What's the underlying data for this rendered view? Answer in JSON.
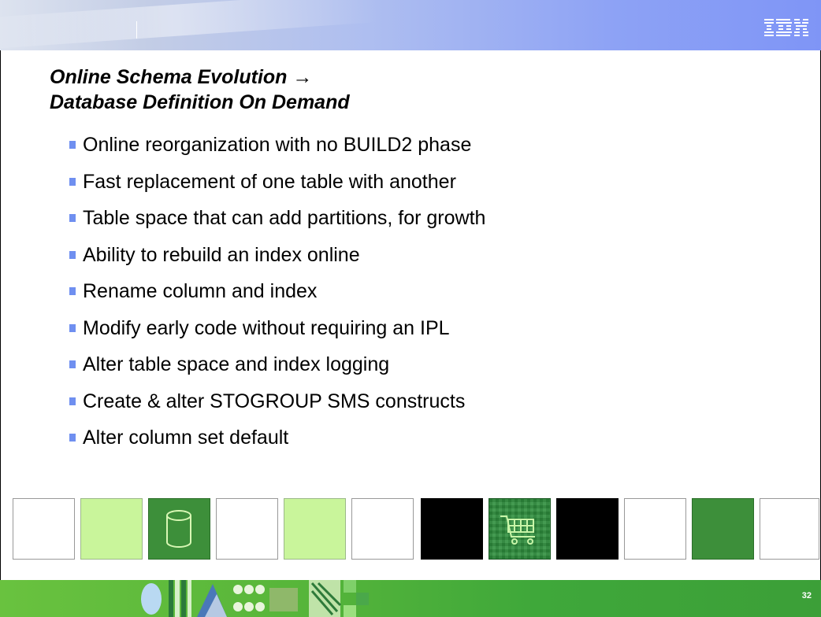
{
  "slide": {
    "title_line1": "Online Schema Evolution →",
    "title_line2": "Database Definition On Demand",
    "bullets": [
      "Online reorganization with no BUILD2 phase",
      "Fast replacement of one table with another",
      "Table space that can add partitions, for growth",
      "Ability to rebuild an index online",
      "Rename column and index",
      "Modify early code without requiring an IPL",
      "Alter table space and index logging",
      "Create & alter STOGROUP SMS constructs",
      "Alter column set default"
    ],
    "page_number": "32"
  },
  "logo": {
    "text": "IBM",
    "icon": "ibm-logo"
  },
  "tiles": {
    "icons": [
      "database-icon",
      "shopping-cart-icon"
    ]
  },
  "colors": {
    "bullet": "#6f8ff0",
    "top_band": "#8da2f5",
    "bottom_band": "#58b63a",
    "lime_tile": "#c9f59b",
    "green_tile": "#3d8f3a"
  }
}
